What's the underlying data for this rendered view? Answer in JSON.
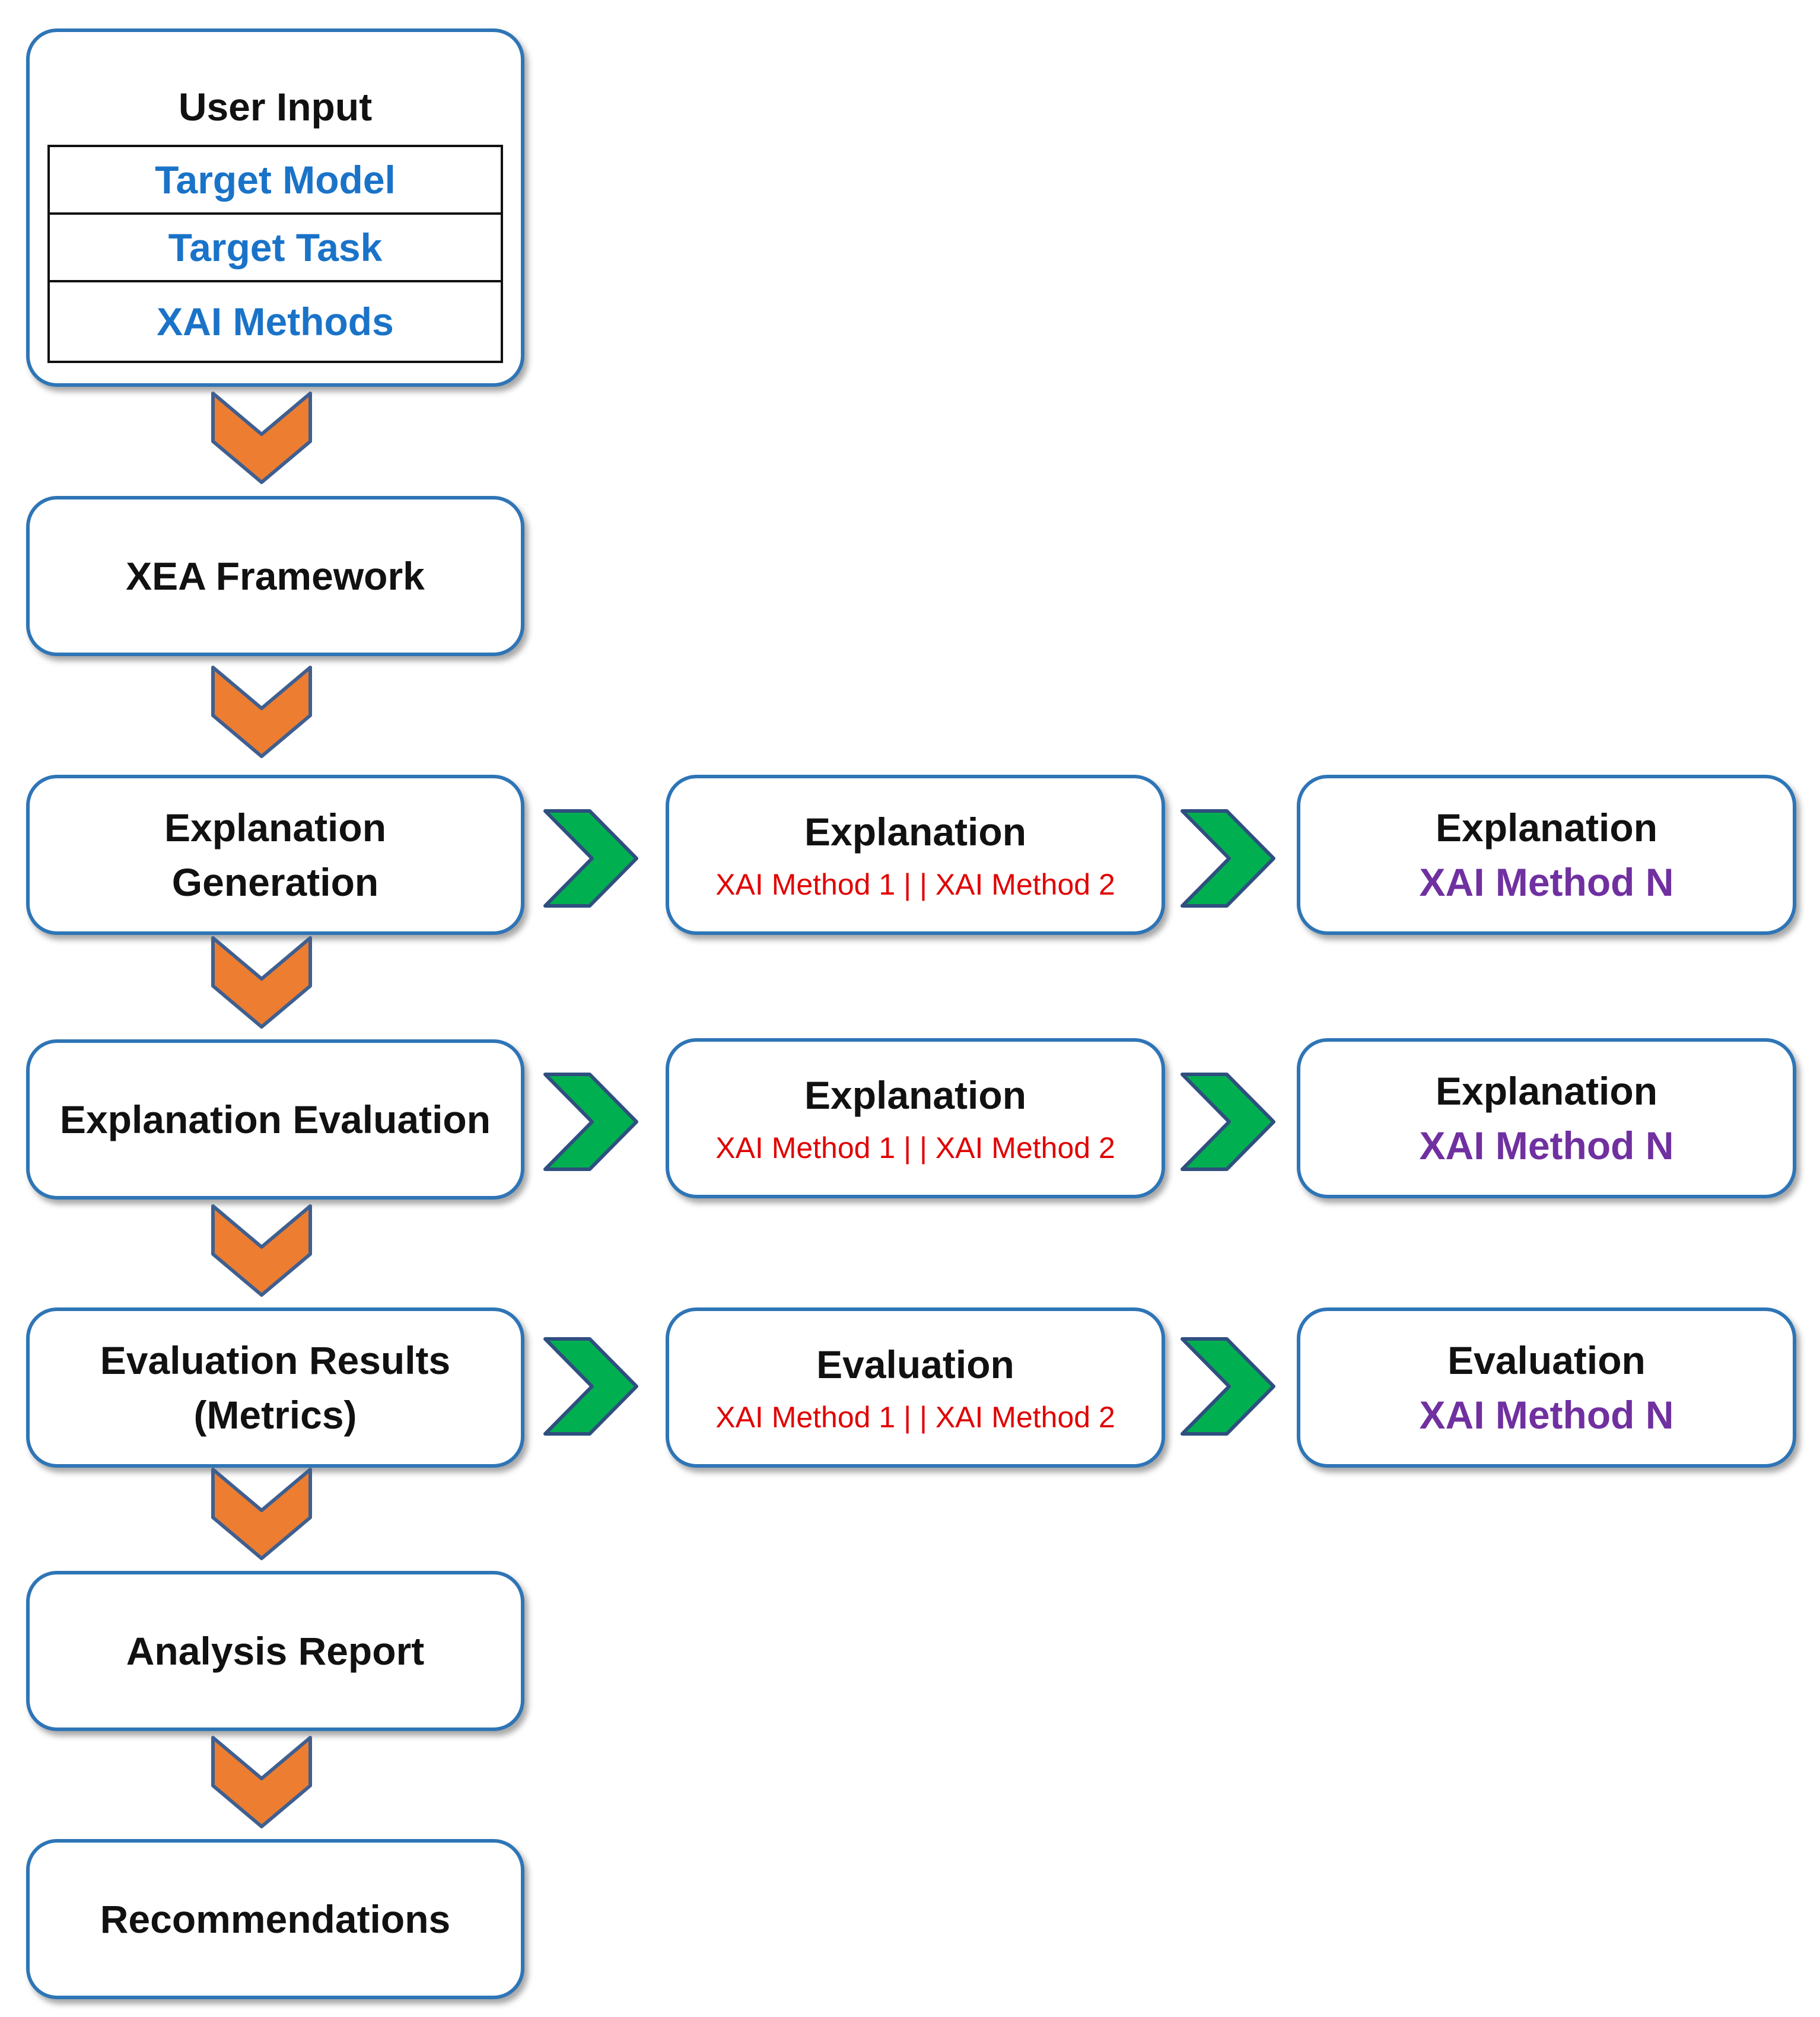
{
  "user_input": {
    "title": "User Input",
    "items": [
      "Target Model",
      "Target Task",
      "XAI Methods"
    ]
  },
  "framework": "XEA Framework",
  "generation": {
    "label_line1": "Explanation",
    "label_line2": "Generation",
    "box2_title": "Explanation",
    "box2_sub": "XAI Method 1 | | XAI Method 2",
    "box3_title": "Explanation",
    "box3_sub": "XAI Method N"
  },
  "evaluation": {
    "label": "Explanation Evaluation",
    "box2_title": "Explanation",
    "box2_sub": "XAI Method 1 | | XAI Method 2",
    "box3_title": "Explanation",
    "box3_sub": "XAI Method N"
  },
  "results": {
    "label_line1": "Evaluation Results",
    "label_line2": "(Metrics)",
    "box2_title": "Evaluation",
    "box2_sub": "XAI Method 1 | | XAI Method 2",
    "box3_title": "Evaluation",
    "box3_sub": "XAI Method N"
  },
  "analysis_report": "Analysis Report",
  "recommendations": "Recommendations",
  "colors": {
    "box_border": "#2e75b6",
    "down_arrow": "#ed7d31",
    "right_arrow": "#00b050",
    "input_items": "#1a73c8",
    "method_pair": "#e00000",
    "method_n": "#7030a0"
  }
}
